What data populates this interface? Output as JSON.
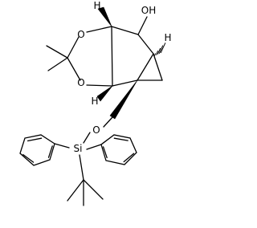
{
  "molecule": {
    "atoms": {
      "o_ring_upper": "O",
      "o_ring_lower": "O",
      "hydroxyl": "OH",
      "h_upper": "H",
      "h_lower": "H",
      "h_bridge": "H",
      "o_ether": "O",
      "silicon": "Si"
    }
  }
}
